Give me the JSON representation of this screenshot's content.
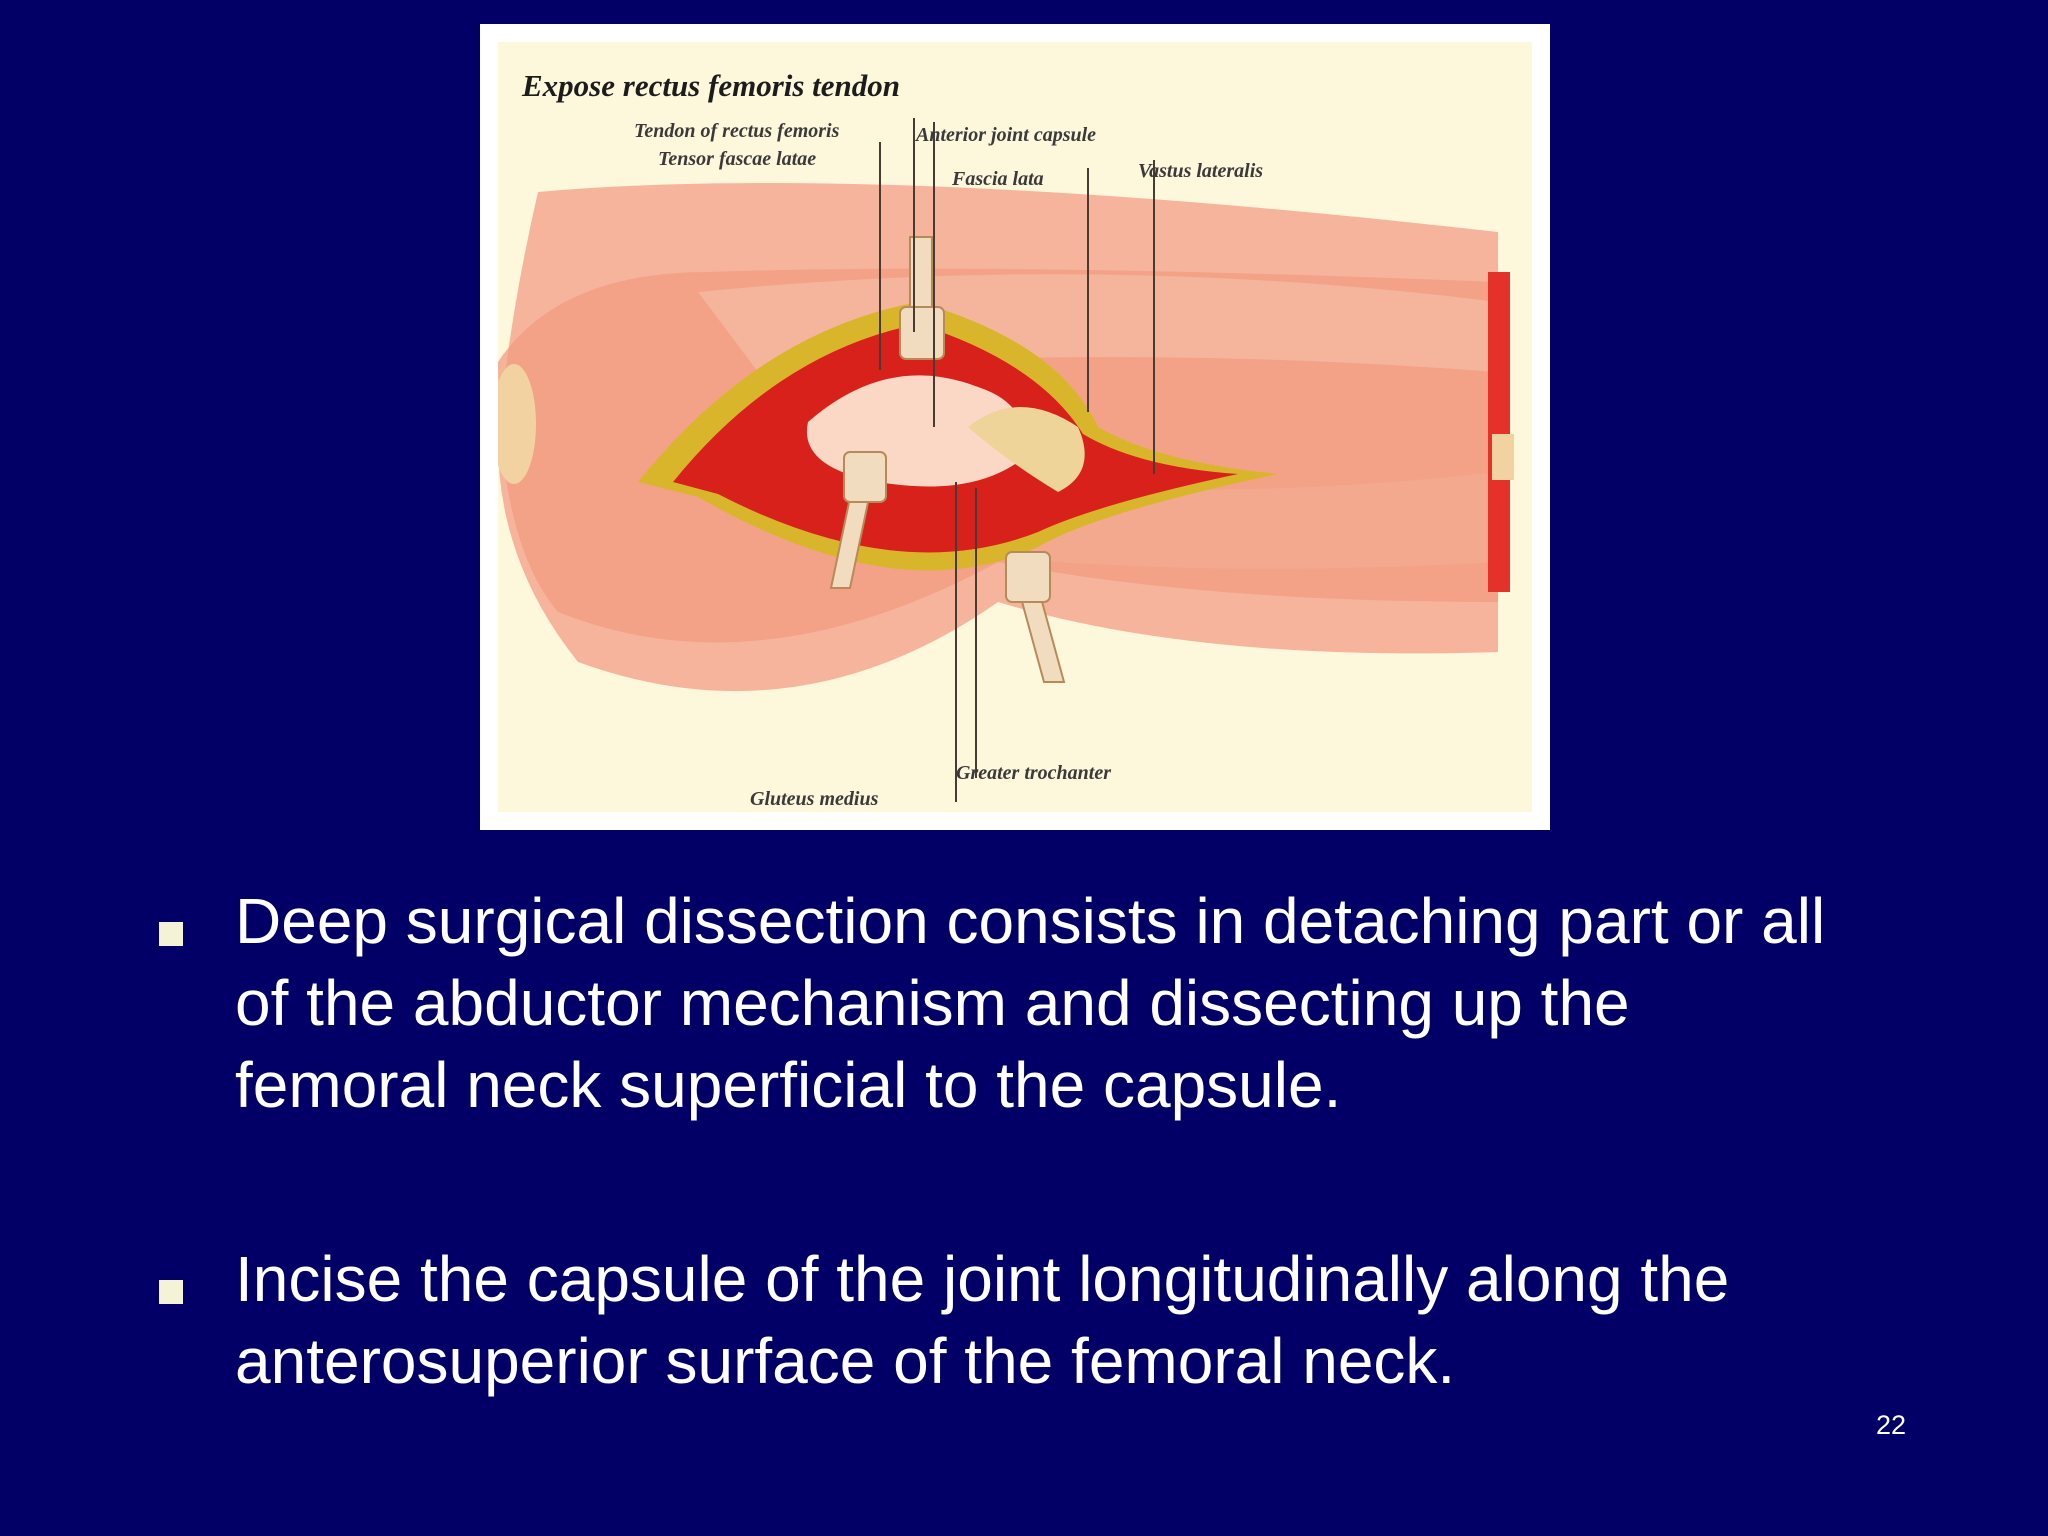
{
  "figure": {
    "title": "Expose rectus femoris tendon",
    "labels": {
      "tendon_rectus_femoris": "Tendon of rectus femoris",
      "tensor_fascae_latae": "Tensor fascae latae",
      "anterior_joint_capsule": "Anterior joint capsule",
      "fascia_lata": "Fascia lata",
      "vastus_lateralis": "Vastus lateralis",
      "greater_trochanter": "Greater trochanter",
      "gluteus_medius": "Gluteus medius"
    },
    "colors": {
      "skin": "#f4a68c",
      "muscle": "#d9211b",
      "fat": "#d9b52c",
      "retractor": "#f2dcc0"
    }
  },
  "bullets": [
    {
      "lines": [
        "Deep surgical dissection consists in detaching part or all",
        "of the abductor mechanism and dissecting up the",
        "femoral neck superficial to the capsule."
      ]
    },
    {
      "lines": [
        "Incise the capsule of the joint longitudinally along the",
        "anterosuperior surface of the femoral neck."
      ]
    }
  ],
  "page_number": "22"
}
